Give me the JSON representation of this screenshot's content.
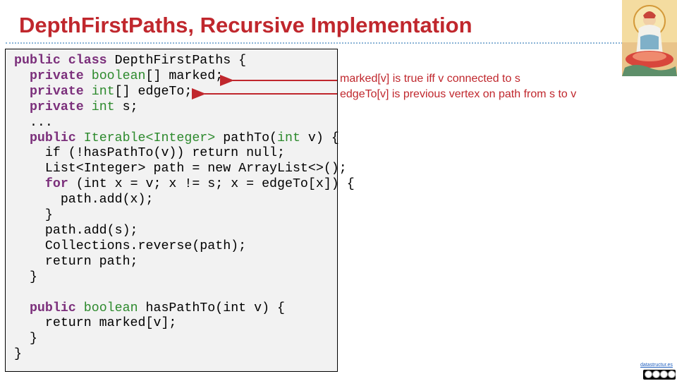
{
  "slide": {
    "title": "DepthFirstPaths, Recursive Implementation",
    "annotations": [
      "marked[v] is true iff v connected to s",
      "edgeTo[v] is previous vertex on path from s to v"
    ],
    "footer_link": "datastructur.es",
    "license_badge": "cc-by-nc-sa-icon"
  },
  "code": {
    "lines": [
      [
        {
          "t": "public class",
          "c": "kw"
        },
        {
          "t": " DepthFirstPaths {",
          "c": ""
        }
      ],
      [
        {
          "t": "  ",
          "c": ""
        },
        {
          "t": "private",
          "c": "kw"
        },
        {
          "t": " boolean",
          "c": "ty"
        },
        {
          "t": "[] marked;",
          "c": ""
        }
      ],
      [
        {
          "t": "  ",
          "c": ""
        },
        {
          "t": "private",
          "c": "kw"
        },
        {
          "t": " int",
          "c": "ty"
        },
        {
          "t": "[] edgeTo;",
          "c": ""
        }
      ],
      [
        {
          "t": "  ",
          "c": ""
        },
        {
          "t": "private",
          "c": "kw"
        },
        {
          "t": " int",
          "c": "ty"
        },
        {
          "t": " s;",
          "c": ""
        }
      ],
      [
        {
          "t": "  ...",
          "c": ""
        }
      ],
      [
        {
          "t": "  ",
          "c": ""
        },
        {
          "t": "public",
          "c": "kw"
        },
        {
          "t": " Iterable<Integer>",
          "c": "ty"
        },
        {
          "t": " pathTo(",
          "c": ""
        },
        {
          "t": "int",
          "c": "ty"
        },
        {
          "t": " v) {",
          "c": ""
        }
      ],
      [
        {
          "t": "    if (!hasPathTo(v)) return null;",
          "c": ""
        }
      ],
      [
        {
          "t": "    List<Integer> path = new ArrayList<>();",
          "c": ""
        }
      ],
      [
        {
          "t": "    ",
          "c": ""
        },
        {
          "t": "for",
          "c": "kw"
        },
        {
          "t": " (int x = v; x != s; x = edgeTo[x]) {",
          "c": ""
        }
      ],
      [
        {
          "t": "      path.add(x);",
          "c": ""
        }
      ],
      [
        {
          "t": "    }",
          "c": ""
        }
      ],
      [
        {
          "t": "    path.add(s);",
          "c": ""
        }
      ],
      [
        {
          "t": "    Collections.reverse(path);",
          "c": ""
        }
      ],
      [
        {
          "t": "    return path;",
          "c": ""
        }
      ],
      [
        {
          "t": "  }",
          "c": ""
        }
      ],
      [
        {
          "t": "",
          "c": ""
        }
      ],
      [
        {
          "t": "  ",
          "c": ""
        },
        {
          "t": "public",
          "c": "kw"
        },
        {
          "t": " boolean",
          "c": "ty"
        },
        {
          "t": " hasPathTo(int v) {",
          "c": ""
        }
      ],
      [
        {
          "t": "    return marked[v];",
          "c": ""
        }
      ],
      [
        {
          "t": "  }",
          "c": ""
        }
      ],
      [
        {
          "t": "}",
          "c": ""
        }
      ]
    ]
  }
}
